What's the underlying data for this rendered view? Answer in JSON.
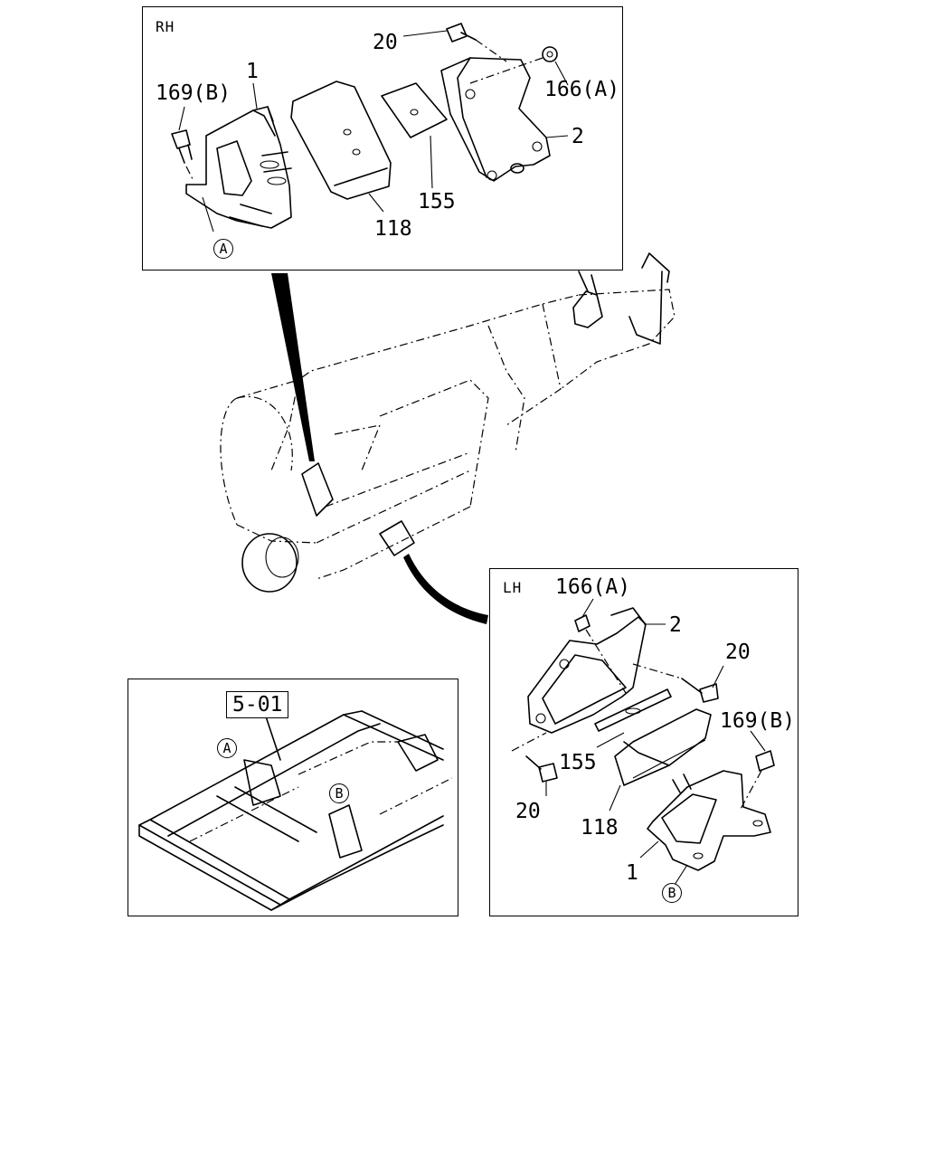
{
  "rh_panel": {
    "title": "RH",
    "labels": {
      "p1": "1",
      "p169b": "169(B)",
      "p20": "20",
      "p166a": "166(A)",
      "p2": "2",
      "p155": "155",
      "p118": "118"
    },
    "marker_a": "A"
  },
  "lh_panel": {
    "title": "LH",
    "labels": {
      "p166a": "166(A)",
      "p2": "2",
      "p20_top": "20",
      "p169b": "169(B)",
      "p155": "155",
      "p20_bottom": "20",
      "p118": "118",
      "p1": "1"
    },
    "marker_b": "B"
  },
  "frame_panel": {
    "ref": "5-01",
    "marker_a": "A",
    "marker_b": "B"
  }
}
